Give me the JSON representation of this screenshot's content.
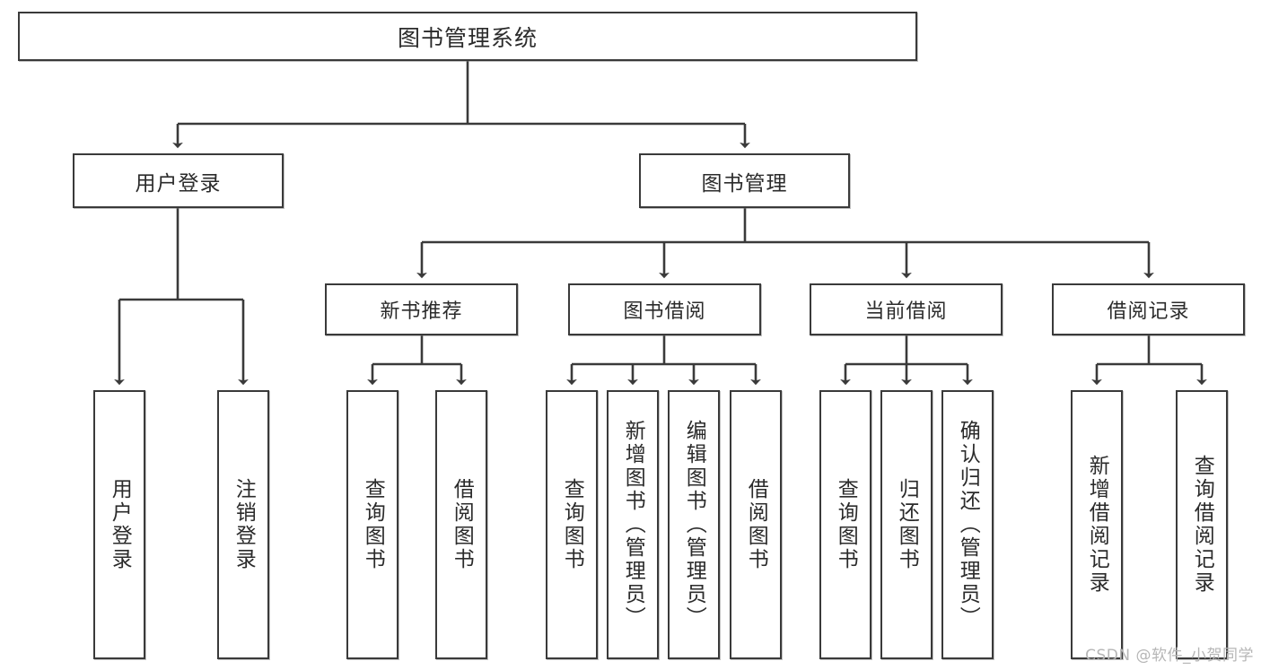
{
  "diagram": {
    "title": "图书管理系统",
    "watermark": "CSDN @软件_小贺同学",
    "colors": {
      "box_border": "#3a3a3a",
      "box_fill": "#ffffff",
      "text": "#2b2b2b",
      "edge": "#3a3a3a",
      "watermark": "#b6b6b6",
      "background": "#ffffff"
    },
    "nodes": {
      "root": {
        "label": "图书管理系统"
      },
      "level2": [
        {
          "label": "用户登录"
        },
        {
          "label": "图书管理"
        }
      ],
      "level3": [
        {
          "label": "新书推荐"
        },
        {
          "label": "图书借阅"
        },
        {
          "label": "当前借阅"
        },
        {
          "label": "借阅记录"
        }
      ],
      "leaves": {
        "user_login": [
          {
            "label": "用户登录"
          },
          {
            "label": "注销登录"
          }
        ],
        "new_book_recommend": [
          {
            "label": "查询图书"
          },
          {
            "label": "借阅图书"
          }
        ],
        "book_borrow": [
          {
            "label": "查询图书"
          },
          {
            "label": "新增图书（管理员）"
          },
          {
            "label": "编辑图书（管理员）"
          },
          {
            "label": "借阅图书"
          }
        ],
        "current_borrow": [
          {
            "label": "查询图书"
          },
          {
            "label": "归还图书"
          },
          {
            "label": "确认归还（管理员）"
          }
        ],
        "borrow_record": [
          {
            "label": "新增借阅记录"
          },
          {
            "label": "查询借阅记录"
          }
        ]
      }
    }
  }
}
